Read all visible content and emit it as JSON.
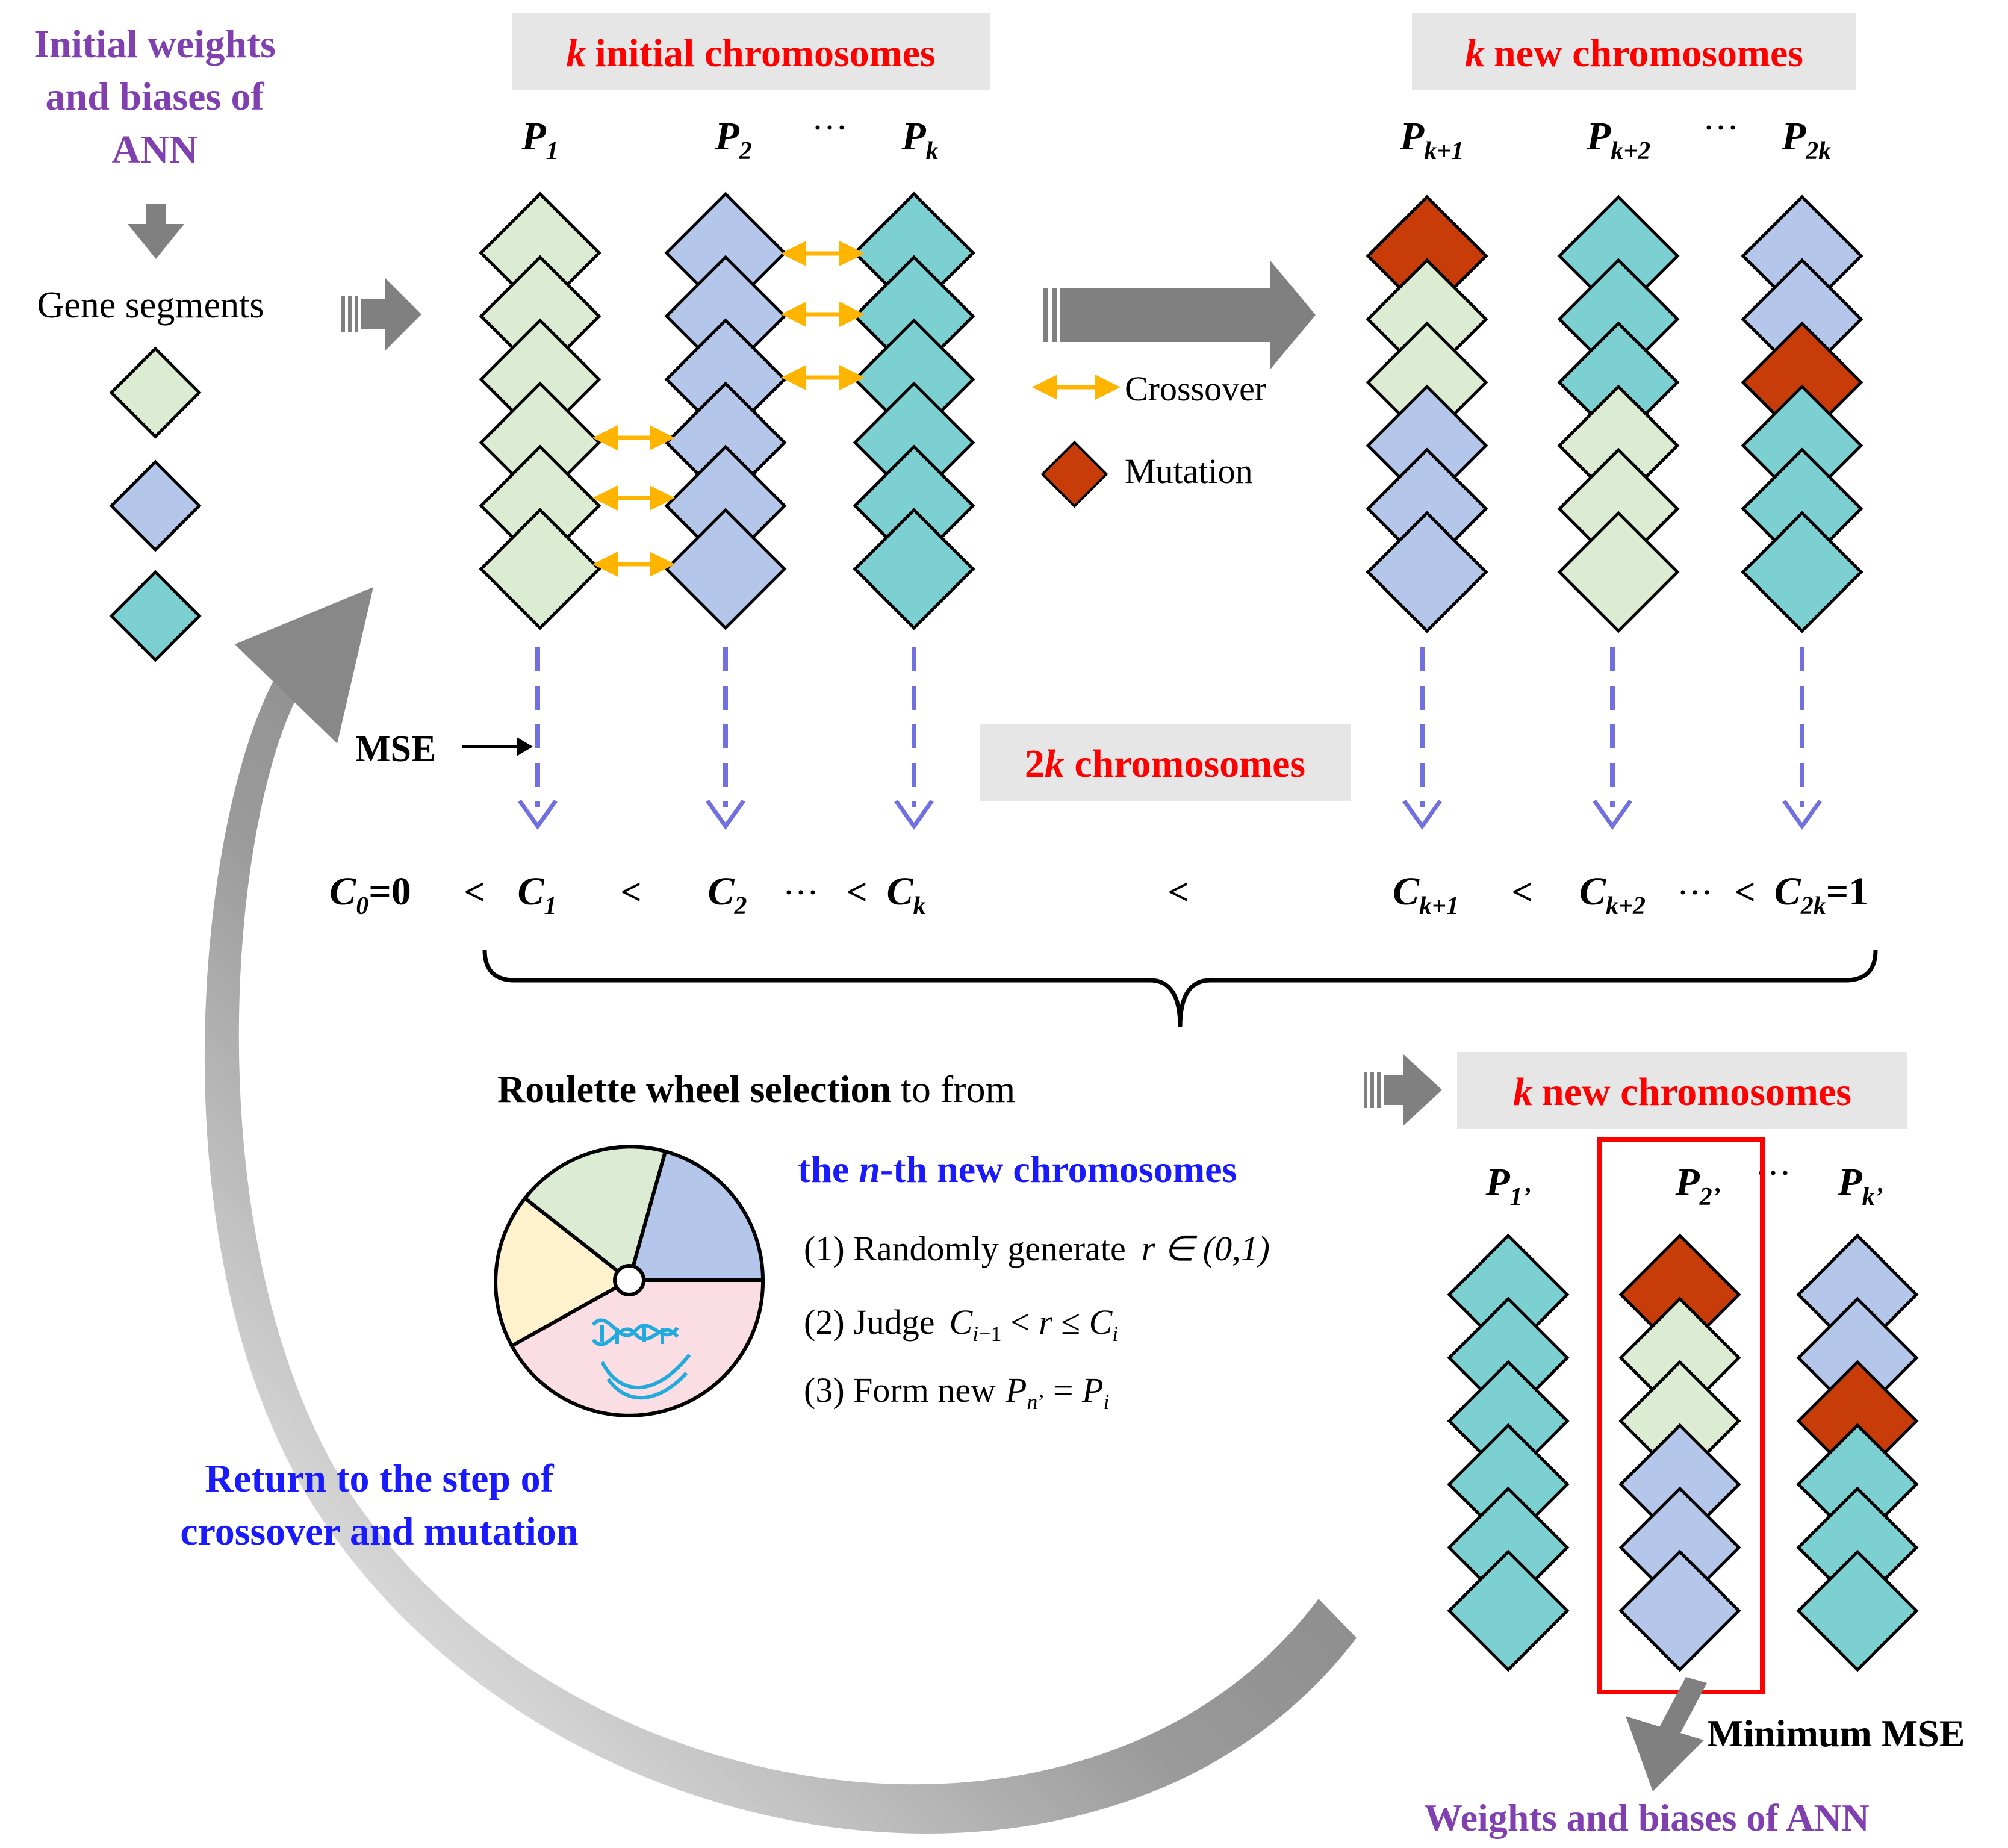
{
  "labels": {
    "initial_weights": [
      "Initial weights",
      "and biases of",
      "ANN"
    ],
    "gene_segments": "Gene segments",
    "k_initial": "initial chromosomes",
    "k_new_top": "new chromosomes",
    "k_new_bottom": "new chromosomes",
    "k_letter": "k",
    "crossover": "Crossover",
    "mutation": "Mutation",
    "mse": "MSE",
    "two_k_prefix": "2",
    "two_k_suffix": " chromosomes",
    "roulette_bold": "Roulette wheel selection",
    "roulette_rest": " to from",
    "nth_pre": "the ",
    "nth_n": "n",
    "nth_post": "-th new chromosomes",
    "step1": "(1) Randomly generate",
    "step1_math": "r ∈ (0,1)",
    "step2": "(2) Judge",
    "step3": "(3) Form new",
    "return": [
      "Return to the step of",
      "crossover and mutation"
    ],
    "minimum_mse": "Minimum MSE",
    "weights_out": "Weights and biases of ANN",
    "ellipsis": "···",
    "lt": "<"
  },
  "colors": {
    "green": "#dcecd2",
    "blue": "#b4c6ea",
    "teal": "#7dd0d2",
    "red": "#c83c0a",
    "purple": "#8040b0",
    "accent_red": "#ff0000",
    "accent_blue": "#1a1aff",
    "arrow_gold": "#ffb400",
    "dashed": "#7070e0",
    "arrow_grey": "#808080",
    "label_box": "#e6e6e6",
    "wheel_yellow": "#fff2cc",
    "wheel_pink": "#fbdde4"
  },
  "diagram": {
    "icons": [
      "dna-icon"
    ],
    "chromosomes_initial": [
      {
        "label": "P",
        "sub": "1",
        "genes": [
          "green",
          "green",
          "green",
          "green",
          "green",
          "green"
        ]
      },
      {
        "label": "P",
        "sub": "2",
        "genes": [
          "blue",
          "blue",
          "blue",
          "blue",
          "blue",
          "blue"
        ]
      },
      {
        "label": "P",
        "sub": "k",
        "genes": [
          "teal",
          "teal",
          "teal",
          "teal",
          "teal",
          "teal"
        ]
      }
    ],
    "chromosomes_new": [
      {
        "label": "P",
        "sub": "k+1",
        "genes": [
          "red",
          "green",
          "green",
          "blue",
          "blue",
          "blue"
        ]
      },
      {
        "label": "P",
        "sub": "k+2",
        "genes": [
          "teal",
          "teal",
          "teal",
          "green",
          "green",
          "green"
        ]
      },
      {
        "label": "P",
        "sub": "2k",
        "genes": [
          "blue",
          "blue",
          "red",
          "teal",
          "teal",
          "teal"
        ]
      }
    ],
    "chromosomes_selected": [
      {
        "label": "P",
        "sub": "1’",
        "genes": [
          "teal",
          "teal",
          "teal",
          "teal",
          "teal",
          "teal"
        ]
      },
      {
        "label": "P",
        "sub": "2’",
        "genes": [
          "red",
          "green",
          "green",
          "blue",
          "blue",
          "blue"
        ]
      },
      {
        "label": "P",
        "sub": "k’",
        "genes": [
          "blue",
          "blue",
          "red",
          "teal",
          "teal",
          "teal"
        ]
      }
    ],
    "gene_segment_legend": [
      "green",
      "blue",
      "teal"
    ],
    "cumulative": [
      {
        "label": "C",
        "sub": "0",
        "suffix": "=0"
      },
      {
        "label": "C",
        "sub": "1",
        "suffix": ""
      },
      {
        "label": "C",
        "sub": "2",
        "suffix": ""
      },
      {
        "label": "C",
        "sub": "k",
        "suffix": ""
      },
      {
        "label": "C",
        "sub": "k+1",
        "suffix": ""
      },
      {
        "label": "C",
        "sub": "k+2",
        "suffix": ""
      },
      {
        "label": "C",
        "sub": "2k",
        "suffix": "=1"
      }
    ]
  }
}
